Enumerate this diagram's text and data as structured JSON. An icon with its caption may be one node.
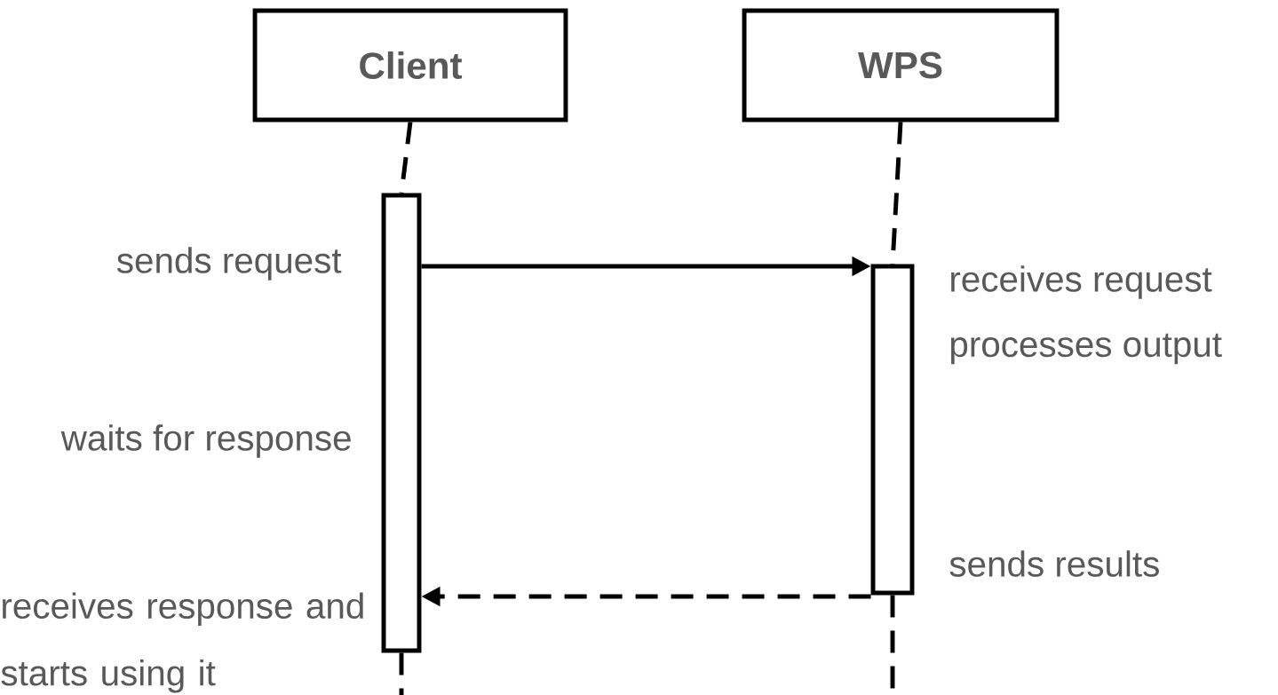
{
  "diagram": {
    "nodes": [
      {
        "text": [
          "Client"
        ]
      },
      {
        "text": [
          "WPS"
        ]
      },
      {
        "text": [],
        "shape": "bar"
      },
      {
        "text": [],
        "shape": "bar"
      }
    ],
    "edges": [
      {
        "from": 0,
        "to": 2,
        "arrow": "none",
        "style": "dashed"
      },
      {
        "from": 2,
        "to": null,
        "arrow": "none",
        "style": "dashed"
      },
      {
        "from": 1,
        "to": 3,
        "arrow": "none",
        "style": "dashed"
      },
      {
        "from": 3,
        "to": null,
        "arrow": "none",
        "style": "dashed"
      },
      {
        "from": 2,
        "to": 3,
        "arrow": "to"
      },
      {
        "from": 3,
        "to": 2,
        "arrow": "to",
        "style": "dashed"
      }
    ],
    "labels": [
      "sends request",
      "receives request",
      "processes output",
      "waits for response",
      "sends results",
      "receives response and starts using it"
    ]
  }
}
